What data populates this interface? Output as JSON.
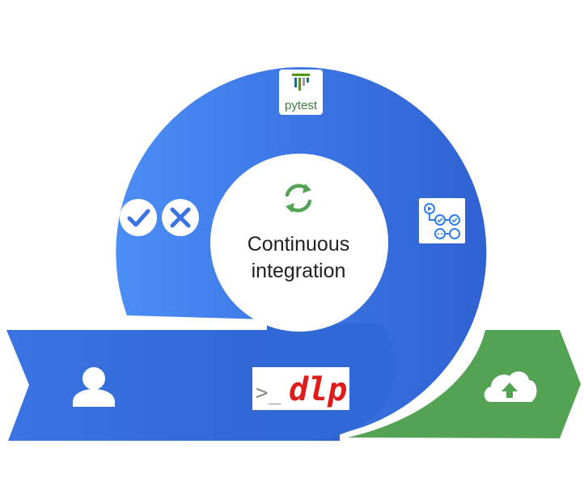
{
  "diagram": {
    "center_label_line1": "Continuous",
    "center_label_line2": "integration",
    "pytest_label": "pytest",
    "dlp_prompt": ">_",
    "dlp_label": "dlp",
    "colors": {
      "blue_main": "#3b74e0",
      "blue_light": "#4a89f2",
      "blue_dark": "#2f64d3",
      "green": "#54a355",
      "green_icon": "#4caf50",
      "white": "#ffffff",
      "dlp_red": "#e01b1b",
      "actions_blue": "#2f80ed"
    },
    "icons": {
      "center": "refresh-cycle-icon",
      "check": "check-circle-icon",
      "cross": "x-circle-icon",
      "workflow": "github-actions-workflow-icon",
      "user": "person-icon",
      "cloud": "cloud-upload-icon"
    }
  }
}
